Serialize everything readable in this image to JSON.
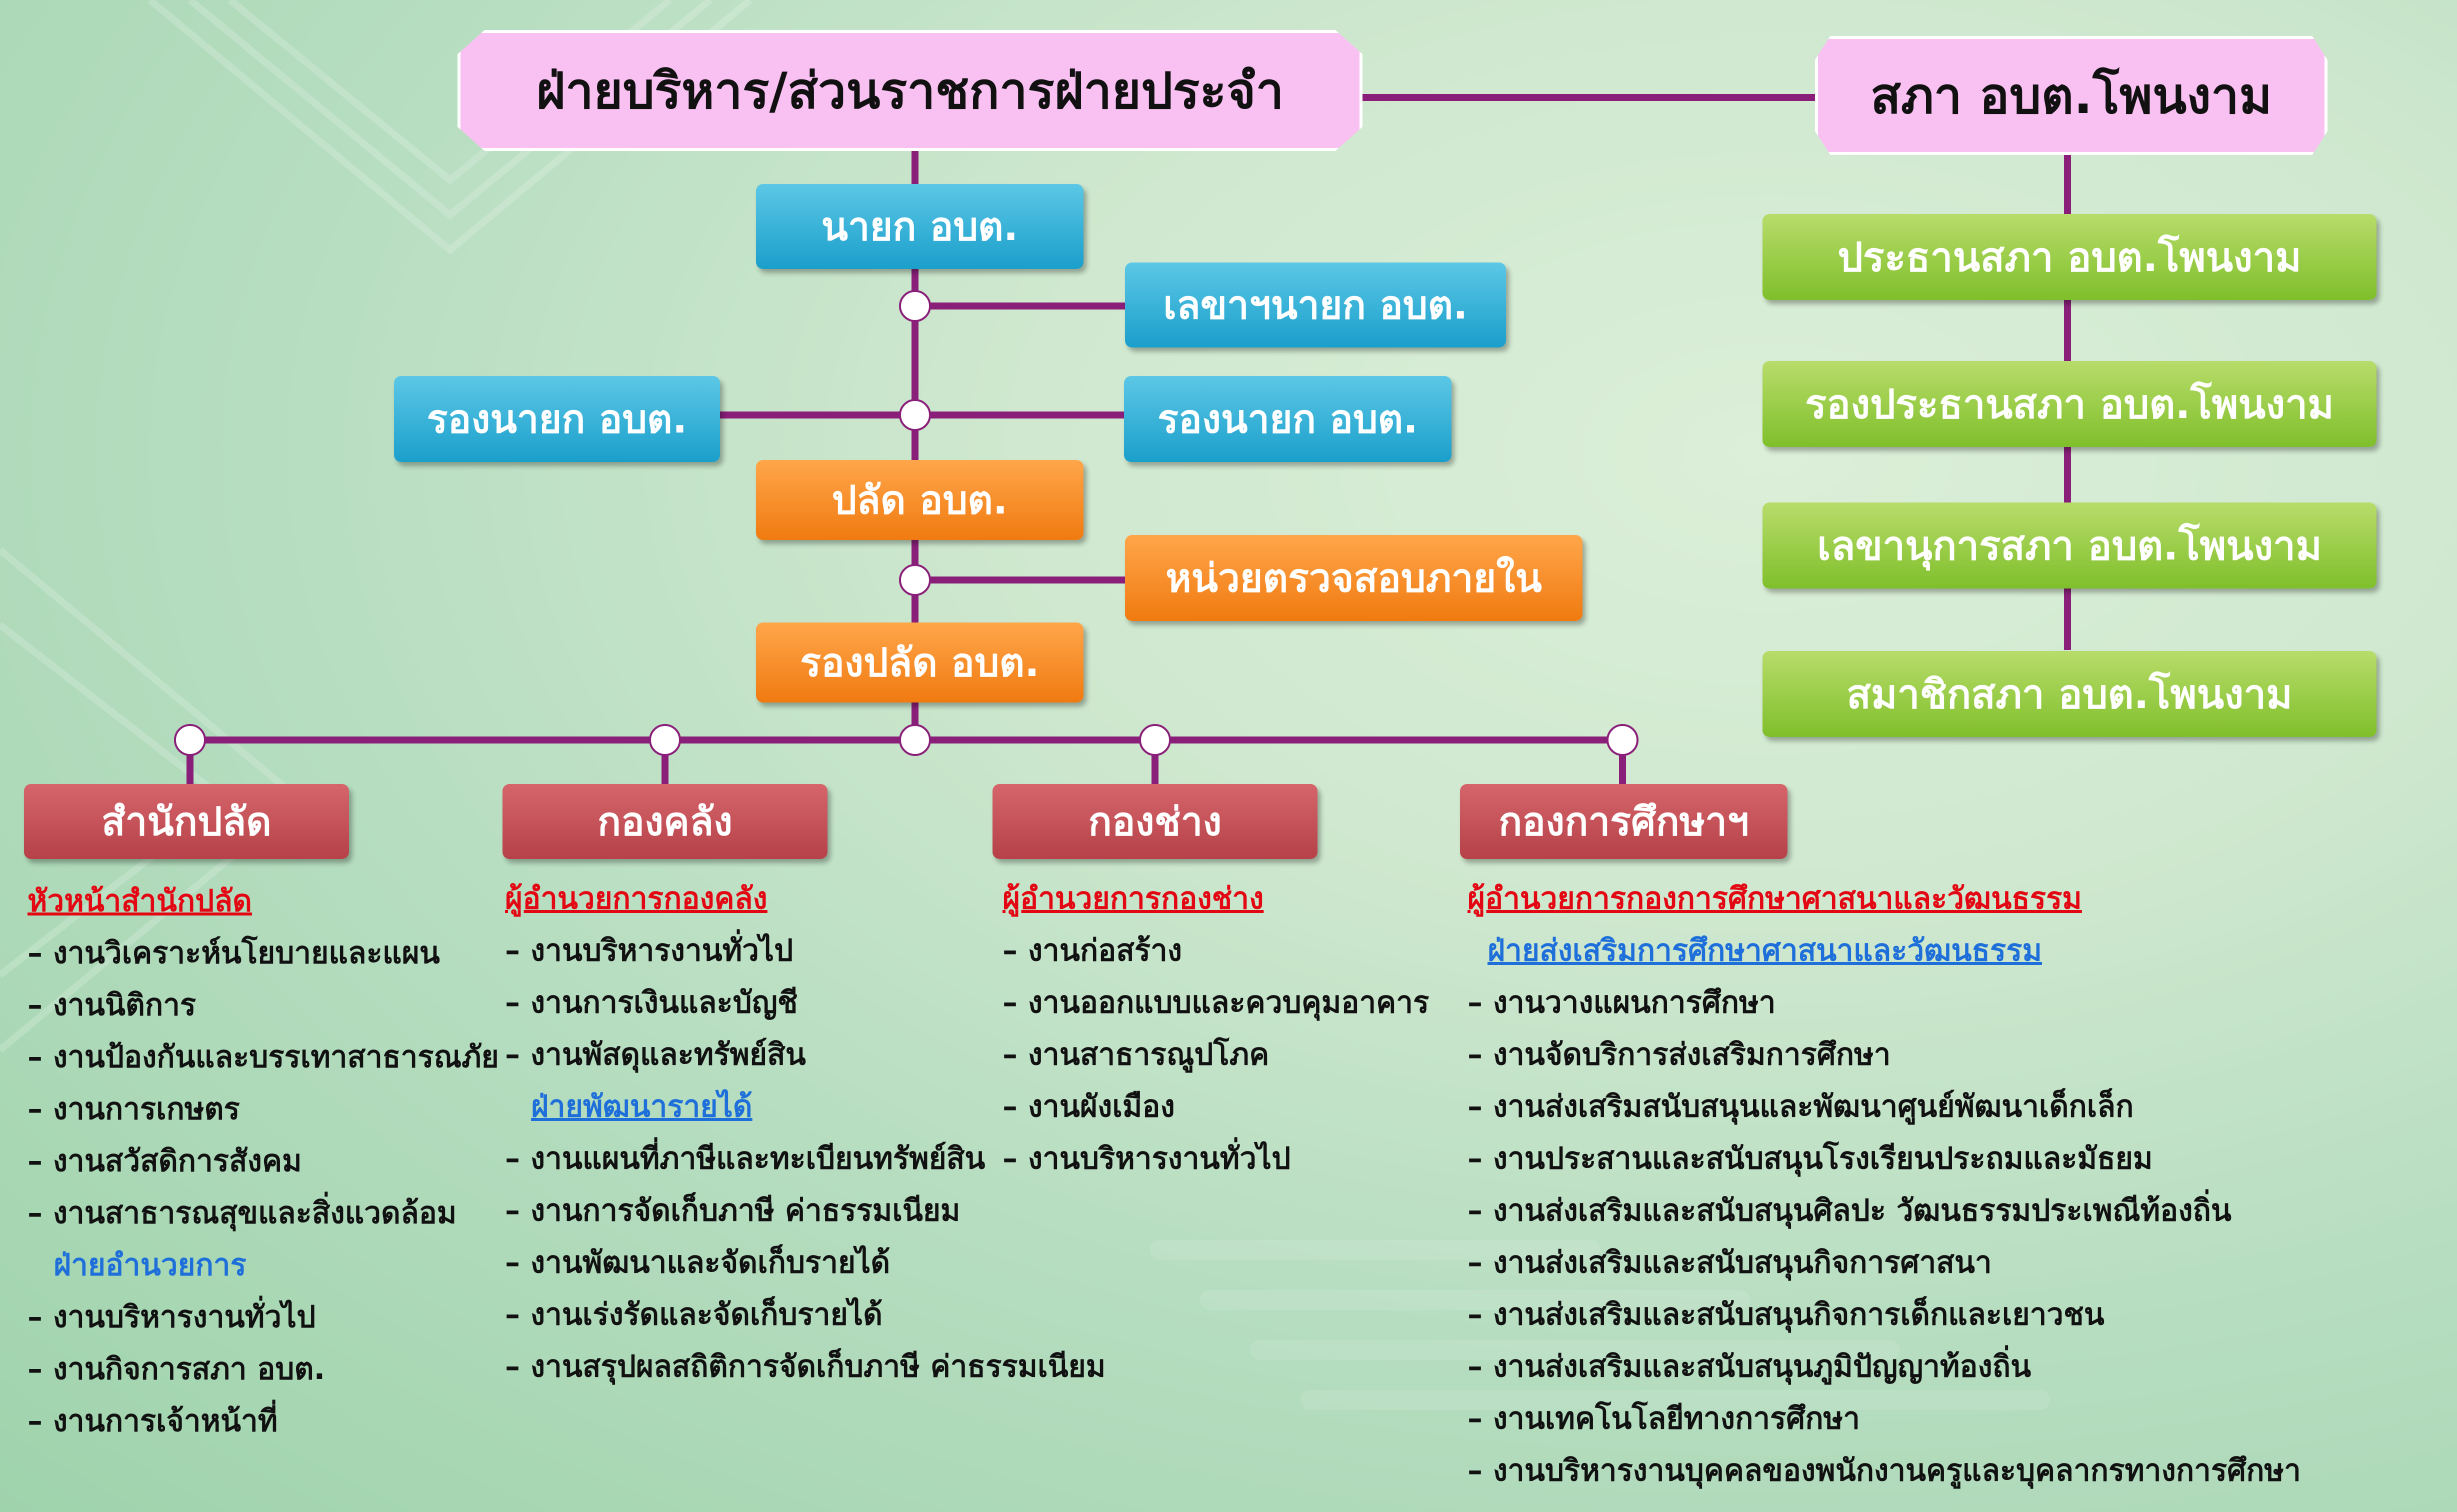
{
  "header_left": "ฝ่ายบริหาร/ส่วนราชการฝ่ายประจำ",
  "header_right": "สภา อบต.โพนงาม",
  "exec": {
    "mayor": "นายก อบต.",
    "secretary": "เลขาฯนายก อบต.",
    "deputy_left": "รองนายก อบต.",
    "deputy_right": "รองนายก อบต.",
    "palad": "ปลัด อบต.",
    "audit": "หน่วยตรวจสอบภายใน",
    "deputy_palad": "รองปลัด อบต."
  },
  "council": [
    "ประธานสภา อบต.โพนงาม",
    "รองประธานสภา อบต.โพนงาม",
    "เลขานุการสภา อบต.โพนงาม",
    "สมาชิกสภา อบต.โพนงาม"
  ],
  "departments": [
    {
      "name": "สำนักปลัด",
      "head": "หัวหน้าสำนักปลัด",
      "items": [
        "– งานวิเคราะห์นโยบายและแผน",
        "– งานนิติการ",
        "– งานป้องกันและบรรเทาสาธารณภัย",
        "– งานการเกษตร",
        "– งานสวัสดิการสังคม",
        "– งานสาธารณสุขและสิ่งแวดล้อม"
      ],
      "sub": "ฝ่ายอำนวยการ",
      "sub_items": [
        "– งานบริหารงานทั่วไป",
        "– งานกิจการสภา อบต.",
        "– งานการเจ้าหน้าที่"
      ]
    },
    {
      "name": "กองคลัง",
      "head": "ผู้อำนวยการกองคลัง",
      "items": [
        "– งานบริหารงานทั่วไป",
        "– งานการเงินและบัญชี",
        "– งานพัสดุและทรัพย์สิน"
      ],
      "sub": "ฝ่ายพัฒนารายได้",
      "sub_items": [
        "– งานแผนที่ภาษีและทะเบียนทรัพย์สิน",
        "– งานการจัดเก็บภาษี ค่าธรรมเนียม",
        "– งานพัฒนาและจัดเก็บรายได้",
        "– งานเร่งรัดและจัดเก็บรายได้",
        "– งานสรุปผลสถิติการจัดเก็บภาษี ค่าธรรมเนียม"
      ]
    },
    {
      "name": "กองช่าง",
      "head": "ผู้อำนวยการกองช่าง",
      "items": [
        "– งานก่อสร้าง",
        "– งานออกแบบและควบคุมอาคาร",
        "– งานสาธารณูปโภค",
        "– งานผังเมือง",
        "– งานบริหารงานทั่วไป"
      ]
    },
    {
      "name": "กองการศึกษาฯ",
      "head": "ผู้อำนวยการกองการศึกษาศาสนาและวัฒนธรรม",
      "sub": "ฝ่ายส่งเสริมการศึกษาศาสนาและวัฒนธรรม",
      "items": [
        "– งานวางแผนการศึกษา",
        "– งานจัดบริการส่งเสริมการศึกษา",
        "– งานส่งเสริมสนับสนุนและพัฒนาศูนย์พัฒนาเด็กเล็ก",
        "– งานประสานและสนับสนุนโรงเรียนประถมและมัธยม",
        "– งานส่งเสริมและสนับสนุนศิลปะ วัฒนธรรมประเพณีท้องถิ่น",
        "– งานส่งเสริมและสนับสนุนกิจการศาสนา",
        "– งานส่งเสริมและสนับสนุนกิจการเด็กและเยาวชน",
        "– งานส่งเสริมและสนับสนุนภูมิปัญญาท้องถิ่น",
        "– งานเทคโนโลยีทางการศึกษา",
        "– งานบริหารงานบุคคลของพนักงานครูและบุคลากรทางการศึกษา"
      ]
    }
  ],
  "colors": {
    "line": "#8a1f7a",
    "header_bg": "#f9c0f2",
    "blue": "#1a9fcb",
    "orange": "#f07a10",
    "green": "#7fbf2b",
    "red": "#b64148",
    "head_text": "#e30613",
    "sub_text": "#1e6fd9"
  }
}
